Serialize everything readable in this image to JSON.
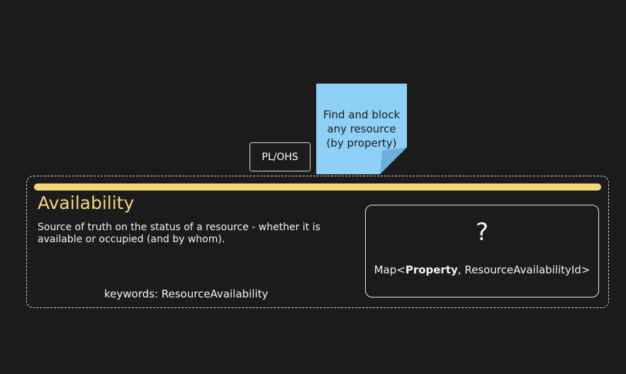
{
  "sticky_note": {
    "text": "Find and block any resource (by property)",
    "color": "#8fd0f7"
  },
  "relationship": {
    "label": "PL/OHS"
  },
  "bounded_context": {
    "accent_color": "#f4d67a",
    "name": "Availability",
    "description": "Source of truth on the status of a resource - whether it is available or occupied (and by whom).",
    "keywords": "keywords: ResourceAvailability",
    "model": {
      "question": "?",
      "type_prefix": "Map<",
      "type_key": "Property",
      "type_suffix": ", ResourceAvailabilityId>"
    }
  }
}
